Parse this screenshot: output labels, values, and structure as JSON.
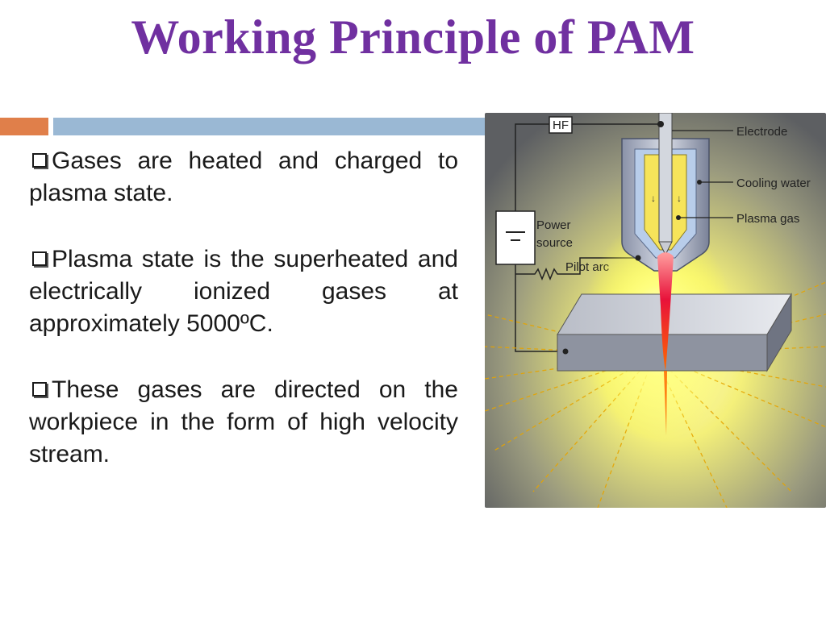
{
  "slide": {
    "title": "Working Principle of PAM",
    "bullets": [
      {
        "text": "Gases are heated and charged to plasma state."
      },
      {
        "text": "Plasma state is the superheated and electrically ionized gases at approximately 5000ºC."
      },
      {
        "text": "These gases are directed on the workpiece in the form of high velocity stream."
      }
    ]
  },
  "diagram": {
    "labels": {
      "hf": "HF",
      "electrode": "Electrode",
      "cooling_water": "Cooling water",
      "plasma_gas": "Plasma gas",
      "power": "Power",
      "source": "source",
      "pilot_arc": "Pilot arc"
    }
  },
  "colors": {
    "title": "#7030a0",
    "accent_orange": "#e07f4a",
    "accent_blue": "#9ab8d4"
  }
}
